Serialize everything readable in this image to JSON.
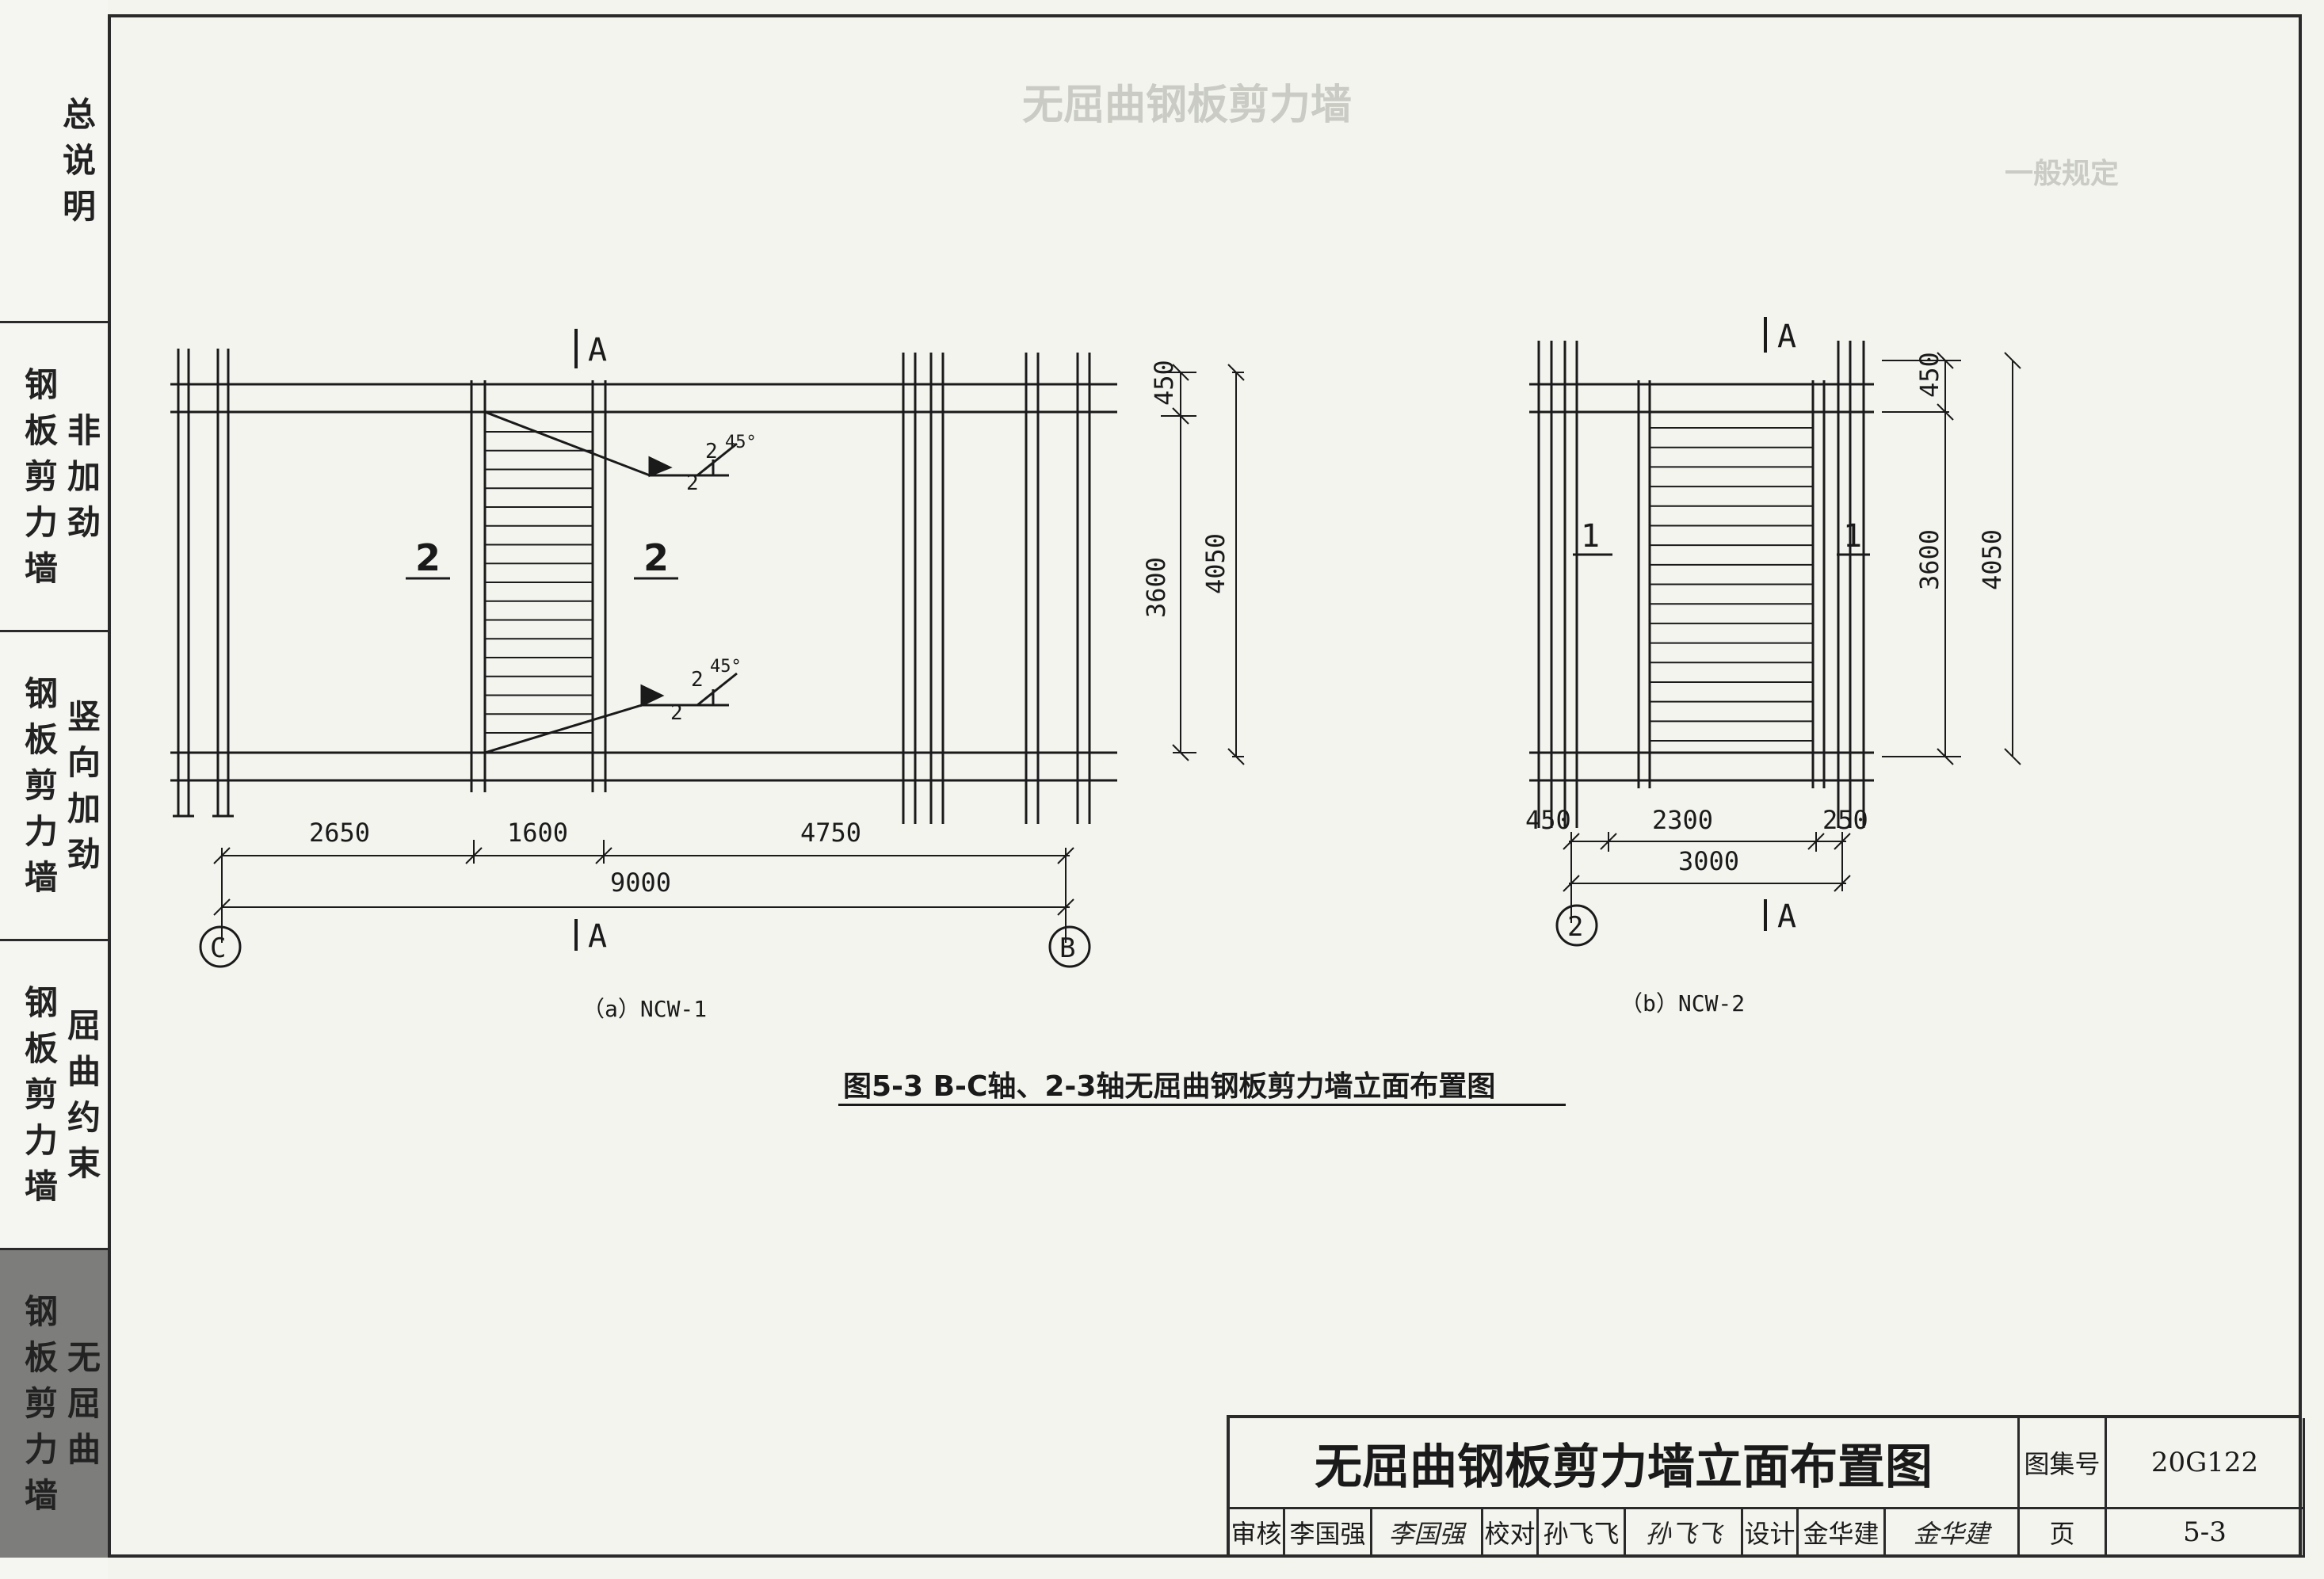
{
  "sidebar": {
    "tabs": [
      {
        "col1": "总\n说\n明",
        "col2": "",
        "active": false
      },
      {
        "col1": "钢\n板\n剪\n力\n墙",
        "col2": "非\n加\n劲",
        "active": false
      },
      {
        "col1": "钢\n板\n剪\n力\n墙",
        "col2": "竖\n向\n加\n劲",
        "active": false
      },
      {
        "col1": "钢\n板\n剪\n力\n墙",
        "col2": "屈\n曲\n约\n束",
        "active": false
      },
      {
        "col1": "钢\n板\n剪\n力\n墙",
        "col2": "无\n屈\n曲",
        "active": true
      }
    ]
  },
  "background": {
    "heading": "无屈曲钢板剪力墙",
    "section": "一般规定"
  },
  "drawing_a": {
    "section_label_top": "A",
    "section_label_bottom": "A",
    "panel_mark_left": "2",
    "panel_mark_right": "2",
    "weld_size": "2",
    "weld_angle": "45°",
    "dim_bottom": [
      "2650",
      "1600",
      "4750"
    ],
    "dim_total": "9000",
    "dim_right_top": "450",
    "dim_right_mid": "3600",
    "dim_right_total": "4050",
    "axis_left": "C",
    "axis_right": "B",
    "caption": "（a）NCW-1"
  },
  "drawing_b": {
    "section_label_top": "A",
    "section_label_bottom": "A",
    "panel_mark_left": "1",
    "panel_mark_right": "1",
    "dim_right_top": "450",
    "dim_right_mid": "3600",
    "dim_right_total": "4050",
    "dim_bottom": [
      "450",
      "2300",
      "250"
    ],
    "dim_total": "3000",
    "axis": "2",
    "caption": "（b）NCW-2"
  },
  "figure_caption": "图5-3 B-C轴、2-3轴无屈曲钢板剪力墙立面布置图",
  "title_block": {
    "title": "无屈曲钢板剪力墙立面布置图",
    "atlas_label": "图集号",
    "atlas_no": "20G122",
    "review_label": "审核",
    "reviewer": "李国强",
    "reviewer_sig": "李国强",
    "check_label": "校对",
    "checker": "孙飞飞",
    "checker_sig": "孙飞飞",
    "design_label": "设计",
    "designer": "金华建",
    "designer_sig": "金华建",
    "page_label": "页",
    "page_no": "5-3"
  }
}
